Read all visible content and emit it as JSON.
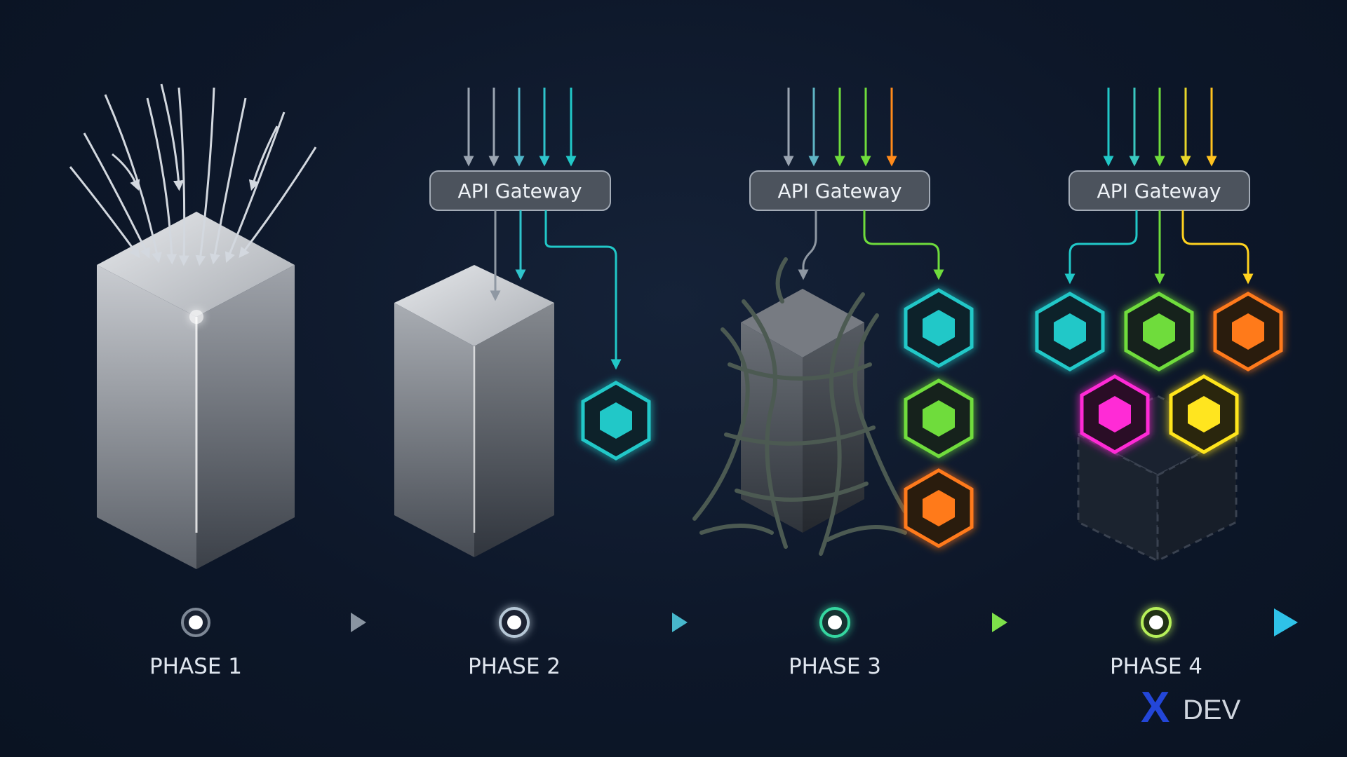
{
  "gateway_label": "API Gateway",
  "phases": [
    {
      "label": "PHASE 1",
      "node_color": "#9aa6b8",
      "gateway": false
    },
    {
      "label": "PHASE 2",
      "node_color": "#b6c7d6",
      "gateway": true,
      "services": [
        "teal"
      ]
    },
    {
      "label": "PHASE 3",
      "node_color": "#35d6a0",
      "gateway": true,
      "services": [
        "teal",
        "green",
        "orange"
      ]
    },
    {
      "label": "PHASE 4",
      "node_color": "#b6f05a",
      "gateway": true,
      "services": [
        "teal",
        "green",
        "orange",
        "magenta",
        "yellow"
      ]
    }
  ],
  "service_colors": {
    "teal": "#21c8c8",
    "green": "#6fdc3c",
    "orange": "#ff7a1a",
    "magenta": "#ff2bd6",
    "yellow": "#ffe51f"
  },
  "timeline_colors": [
    "#5a6472",
    "#9aa6b3",
    "#2fc6c6",
    "#7ee04a",
    "#2fc2e8"
  ],
  "brand": {
    "mark": "X",
    "text": "DEV",
    "mark_color": "#2346d8"
  }
}
